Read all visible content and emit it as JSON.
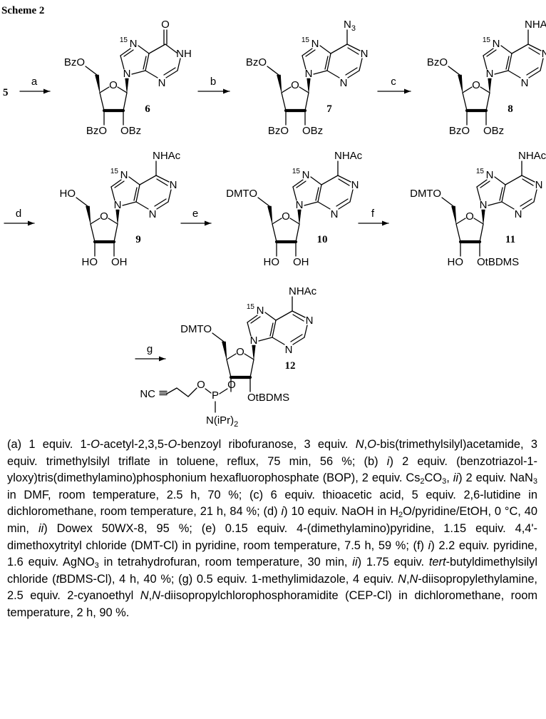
{
  "scheme_title": "Scheme 2",
  "start_compound": "5",
  "reagent_letters": [
    "a",
    "b",
    "c",
    "d",
    "e",
    "f",
    "g"
  ],
  "compounds": [
    "6",
    "7",
    "8",
    "9",
    "10",
    "11",
    "12"
  ],
  "atom_labels": {
    "isotope": "15",
    "N": "N",
    "NH": "NH",
    "O": "O",
    "N3": "N",
    "N3_sub": "3",
    "NHAc": "NHAc",
    "BzO": "BzO",
    "OBz": "OBz",
    "HO": "HO",
    "OH": "OH",
    "DMTO": "DMTO",
    "OtBDMS": "OtBDMS",
    "P": "P",
    "NC": "NC",
    "NiPr2": "N(iPr)",
    "NiPr2_sub": "2"
  },
  "caption_html": "(a) 1 equiv. 1-<i>O</i>-acetyl-2,3,5-<i>O</i>-benzoyl ribofuranose, 3 equiv. <i>N</i>,<i>O</i>-bis(trimethylsilyl)acetamide, 3 equiv. trimethylsilyl triflate in toluene, reflux, 75 min, 56 %; (b) <i>i</i>) 2 equiv. (benzotriazol-1-yloxy)tris(dimethylamino)phosphonium hexafluorophosphate (BOP), 2 equiv. Cs<sub>2</sub>CO<sub>3</sub>, <i>ii</i>) 2 equiv. NaN<sub>3</sub> in DMF, room temperature, 2.5 h, 70 %; (c) 6 equiv. thioacetic acid, 5 equiv. 2,6-lutidine in dichloromethane, room temperature, 21 h, 84 %; (d) <i>i</i>) 10 equiv. NaOH in H<sub>2</sub>O/pyridine/EtOH, 0 °C, 40 min, <i>ii</i>) Dowex 50WX-8, 95 %; (e) 0.15 equiv. 4-(dimethylamino)pyridine, 1.15 equiv. 4,4'-dimethoxytrityl chloride (DMT-Cl) in pyridine, room temperature, 7.5 h, 59 %; (f) <i>i</i>) 2.2 equiv. pyridine, 1.6 equiv. AgNO<sub>3</sub> in tetrahydrofuran, room temperature, 30 min, <i>ii</i>) 1.75 equiv. <i>tert</i>-butyldimethylsilyl chloride (<i>t</i>BDMS-Cl), 4 h, 40 %; (g) 0.5 equiv. 1-methylimidazole, 4 equiv. <i>N</i>,<i>N</i>-diisopropylethylamine, 2.5 equiv. 2-cyanoethyl <i>N</i>,<i>N</i>-diisopropylchlorophosphoramidite (CEP-Cl) in dichloromethane, room temperature, 2 h, 90 %."
}
